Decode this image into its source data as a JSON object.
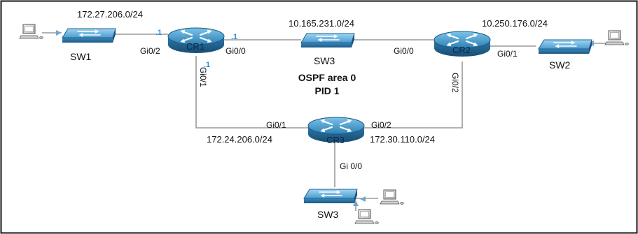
{
  "subnets": {
    "sw1_cr1": "172.27.206.0/24",
    "cr1_cr2": "10.165.231.0/24",
    "cr2_sw2": "10.250.176.0/24",
    "cr1_cr3": "172.24.206.0/24",
    "cr2_cr3": "172.30.110.0/24"
  },
  "devices": {
    "sw1": "SW1",
    "cr1": "CR1",
    "sw3_top": "SW3",
    "cr2": "CR2",
    "sw2": "SW2",
    "cr3": "CR3",
    "sw3_bottom": "SW3"
  },
  "interfaces": {
    "cr1_to_sw1": "Gi0/2",
    "cr1_to_cr2": "Gi0/0",
    "cr1_down": "Gi0/1",
    "cr2_to_cr1": "Gi0/0",
    "cr2_to_sw2": "Gi0/1",
    "cr2_down": "Gi0/2",
    "cr3_left": "Gi0/1",
    "cr3_right": "Gi0/2",
    "cr3_down": "Gi 0/0"
  },
  "ip_tags": {
    "cr1_left": ".1",
    "cr1_right": ".1",
    "cr1_down": ".1"
  },
  "center_text": {
    "line1": "OSPF area 0",
    "line2": "PID 1"
  }
}
